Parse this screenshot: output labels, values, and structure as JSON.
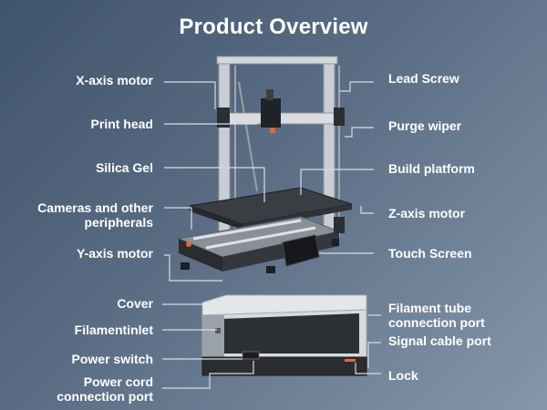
{
  "title": "Product Overview",
  "printer_labels": {
    "x_axis_motor": "X-axis motor",
    "print_head": "Print head",
    "silica_gel": "Silica Gel",
    "cameras_peripherals_line1": "Cameras and other",
    "cameras_peripherals_line2": "peripherals",
    "y_axis_motor": "Y-axis motor",
    "lead_screw": "Lead Screw",
    "purge_wiper": "Purge wiper",
    "build_platform": "Build platform",
    "z_axis_motor": "Z-axis motor",
    "touch_screen": "Touch Screen"
  },
  "box_labels": {
    "cover": "Cover",
    "filament_inlet": "Filamentinlet",
    "power_switch": "Power switch",
    "power_cord_line1": "Power cord",
    "power_cord_line2": "connection port",
    "filament_tube_line1": "Filament tube",
    "filament_tube_line2": "connection port",
    "signal_cable_port": "Signal cable port",
    "lock": "Lock"
  }
}
